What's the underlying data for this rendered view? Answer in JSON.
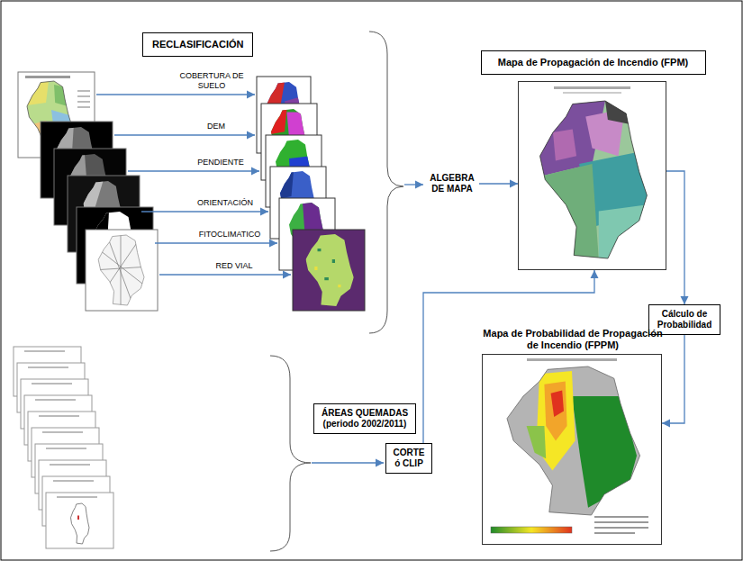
{
  "diagram": {
    "nodes": [
      {
        "text": [
          "RECLASIFICACIÓN"
        ]
      },
      {
        "text": [
          "ALGEBRA DE MAPA"
        ]
      },
      {
        "text": [
          "Mapa de Propagación de Incendio (FPM)"
        ]
      },
      {
        "text": [
          "Cálculo de Probabilidad"
        ]
      },
      {
        "text": [
          "Mapa de Probabilidad de Propagación de Incendio (FPPM)"
        ]
      },
      {
        "text": [
          "ÁREAS QUEMADAS (periodo 2002/2011)"
        ]
      },
      {
        "text": [
          "CORTE ó CLIP"
        ]
      }
    ],
    "edges": [
      {
        "from": 1,
        "to": 2,
        "arrow": "to"
      },
      {
        "from": 2,
        "to": 3,
        "arrow": "to"
      },
      {
        "from": 3,
        "to": 4,
        "arrow": "to"
      },
      {
        "from": 6,
        "to": 2,
        "arrow": "to"
      }
    ],
    "labels": [
      "COBERTURA DE SUELO",
      "DEM",
      "PENDIENTE",
      "ORIENTACIÓN",
      "FITOCLIMATICO",
      "RED VIAL"
    ]
  }
}
